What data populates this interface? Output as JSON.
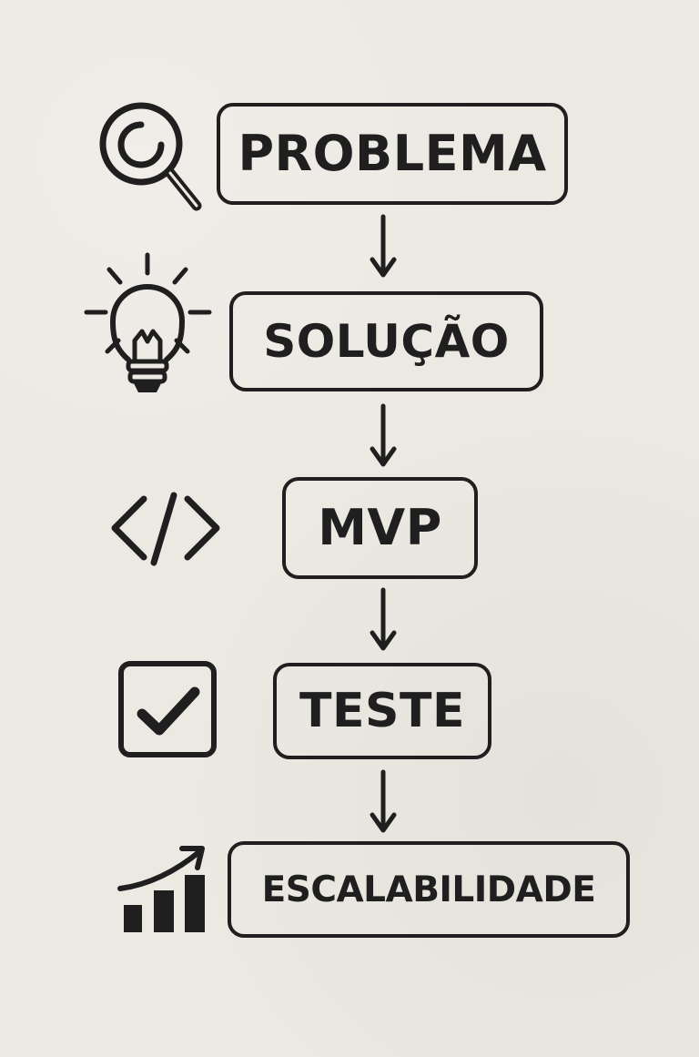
{
  "diagram": {
    "steps": [
      {
        "label": "PROBLEMA",
        "icon": "magnifying-glass-icon"
      },
      {
        "label": "SOLUÇÃO",
        "icon": "light-bulb-icon"
      },
      {
        "label": "MVP",
        "icon": "code-brackets-icon"
      },
      {
        "label": "TESTE",
        "icon": "checkbox-checkmark-icon"
      },
      {
        "label": "ESCALABILIDADE",
        "icon": "growth-chart-icon"
      }
    ]
  },
  "colors": {
    "background": "#ece8e2",
    "ink": "#1f1f1f"
  }
}
